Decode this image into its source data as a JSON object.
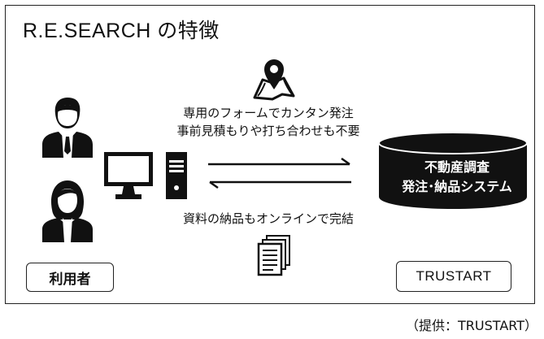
{
  "title": "R.E.SEARCH の特徴",
  "caption_top_line1": "専用のフォームでカンタン発注",
  "caption_top_line2": "事前見積もりや打ち合わせも不要",
  "caption_bottom": "資料の納品もオンラインで完結",
  "system_line1": "不動産調査",
  "system_line2": "発注･納品システム",
  "user_label": "利用者",
  "provider_label": "TRUSTART",
  "source_note": "（提供：TRUSTART）",
  "icons": [
    "map-pin-icon",
    "man-user-icon",
    "woman-user-icon",
    "computer-icon",
    "database-icon",
    "documents-icon",
    "arrow-right-icon",
    "arrow-left-icon"
  ]
}
